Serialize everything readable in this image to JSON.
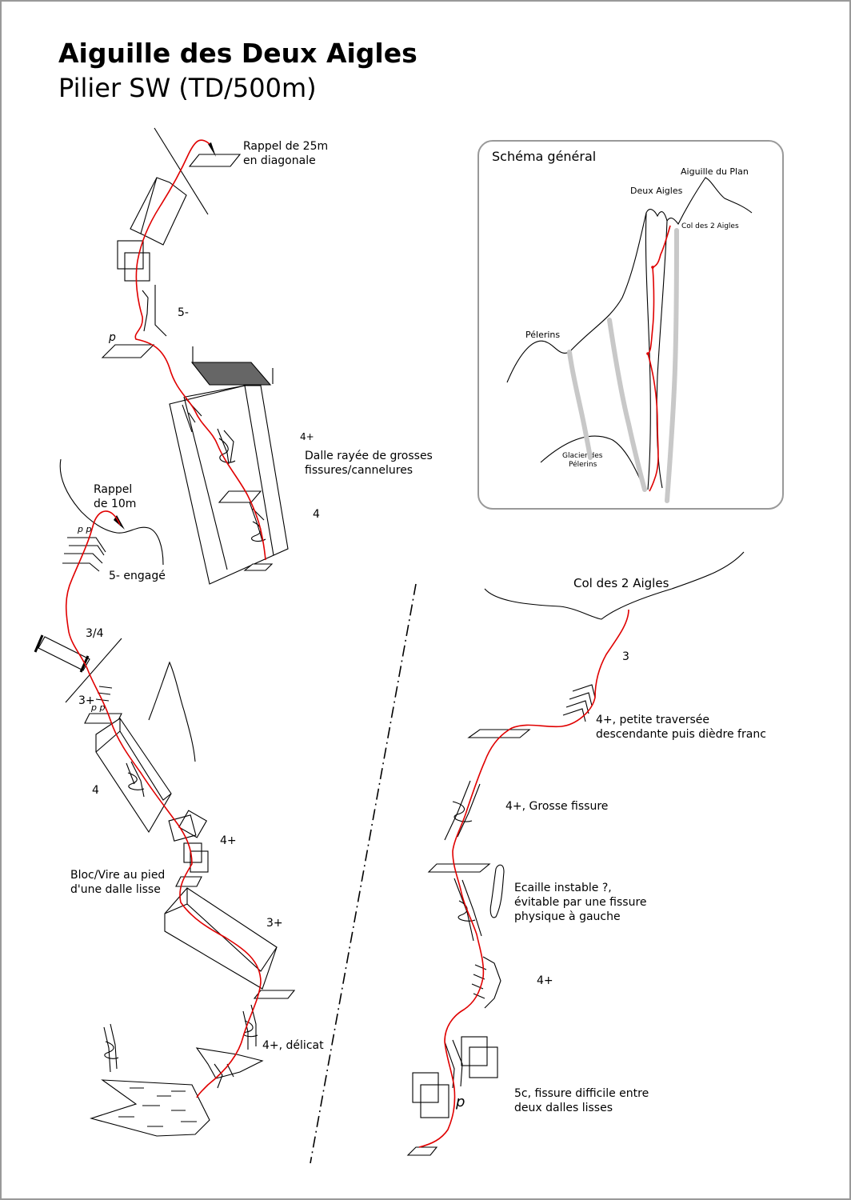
{
  "title": "Aiguille des Deux Aigles",
  "subtitle": "Pilier SW (TD/500m)",
  "inset": {
    "heading": "Schéma général",
    "peaks": {
      "aiguille_du_plan": "Aiguille du Plan",
      "deux_aigles": "Deux Aigles",
      "col": "Col des 2 Aigles",
      "pelerins": "Pélerins",
      "glacier_line1": "Glacier des",
      "glacier_line2": "Pélerins"
    }
  },
  "left_topo": {
    "rappel25_line1": "Rappel de 25m",
    "rappel25_line2": "en diagonale",
    "g_5minus": "5-",
    "p_mark": "p",
    "g_4plus_a": "4+",
    "dalle_line1": "Dalle rayée de grosses",
    "dalle_line2": "fissures/cannelures",
    "g_4_a": "4",
    "rappel10_line1": "Rappel",
    "rappel10_line2": "de 10m",
    "pp_mark": "p p",
    "g_5engage": "5- engagé",
    "g_3_4": "3/4",
    "g_3plus_a": "3+",
    "pp_mark2": "p p",
    "g_4_b": "4",
    "g_4plus_b": "4+",
    "bloc_line1": "Bloc/Vire au pied",
    "bloc_line2": "d'une dalle lisse",
    "g_3plus_b": "3+",
    "g_4plus_delicat": "4+, délicat"
  },
  "right_topo": {
    "col": "Col des 2 Aigles",
    "g_3": "3",
    "trav_line1": "4+, petite traversée",
    "trav_line2": "descendante puis dièdre franc",
    "g_grosse": "4+, Grosse fissure",
    "ecaille_line1": "Ecaille instable ?,",
    "ecaille_line2": "évitable par une fissure",
    "ecaille_line3": "physique à gauche",
    "g_4plus": "4+",
    "p_mark": "p",
    "fin_line1": "5c, fissure difficile entre",
    "fin_line2": "deux dalles lisses"
  },
  "colors": {
    "route": "#e00000",
    "inset_couloir": "#c8c8c8",
    "frame": "#999999",
    "ledge_dark": "#666666"
  }
}
